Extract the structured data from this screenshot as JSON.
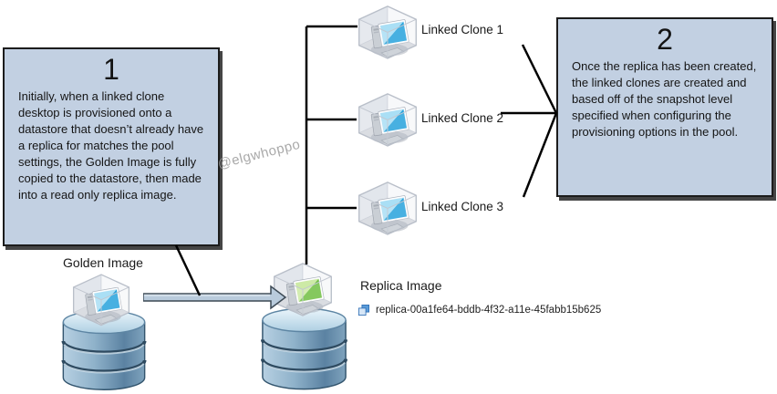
{
  "diagram": {
    "step1": {
      "number": "1",
      "text": "Initially, when a linked clone desktop is provisioned onto a datastore that doesn’t already have a replica for matches the pool settings, the Golden Image is fully copied to the datastore, then made into a read only replica image."
    },
    "step2": {
      "number": "2",
      "text": "Once the replica has been created, the linked clones are created and based off of the snapshot level specified when configuring the provisioning options in the pool."
    },
    "linked_clones": [
      {
        "label": "Linked Clone 1"
      },
      {
        "label": "Linked Clone 2"
      },
      {
        "label": "Linked Clone 3"
      }
    ],
    "golden_image": {
      "label": "Golden Image"
    },
    "replica_image": {
      "label": "Replica Image",
      "replica_id": "replica-00a1fe64-bddb-4f32-a11e-45fabb15b625"
    },
    "watermark": "@elgwhoppo",
    "icons": {
      "vm": "vm-cube-icon",
      "datastore": "database-stack-icon",
      "replica_badge": "replica-clone-badge-icon"
    },
    "colors": {
      "box_fill": "#c2d0e2",
      "box_border": "#1c1c1c",
      "connector": "#000000",
      "arrow_fill": "#b9cbdc",
      "screen_blue": "#29a4dc",
      "screen_green": "#71bf44",
      "db_steel_blue": "#5b82a2"
    }
  }
}
